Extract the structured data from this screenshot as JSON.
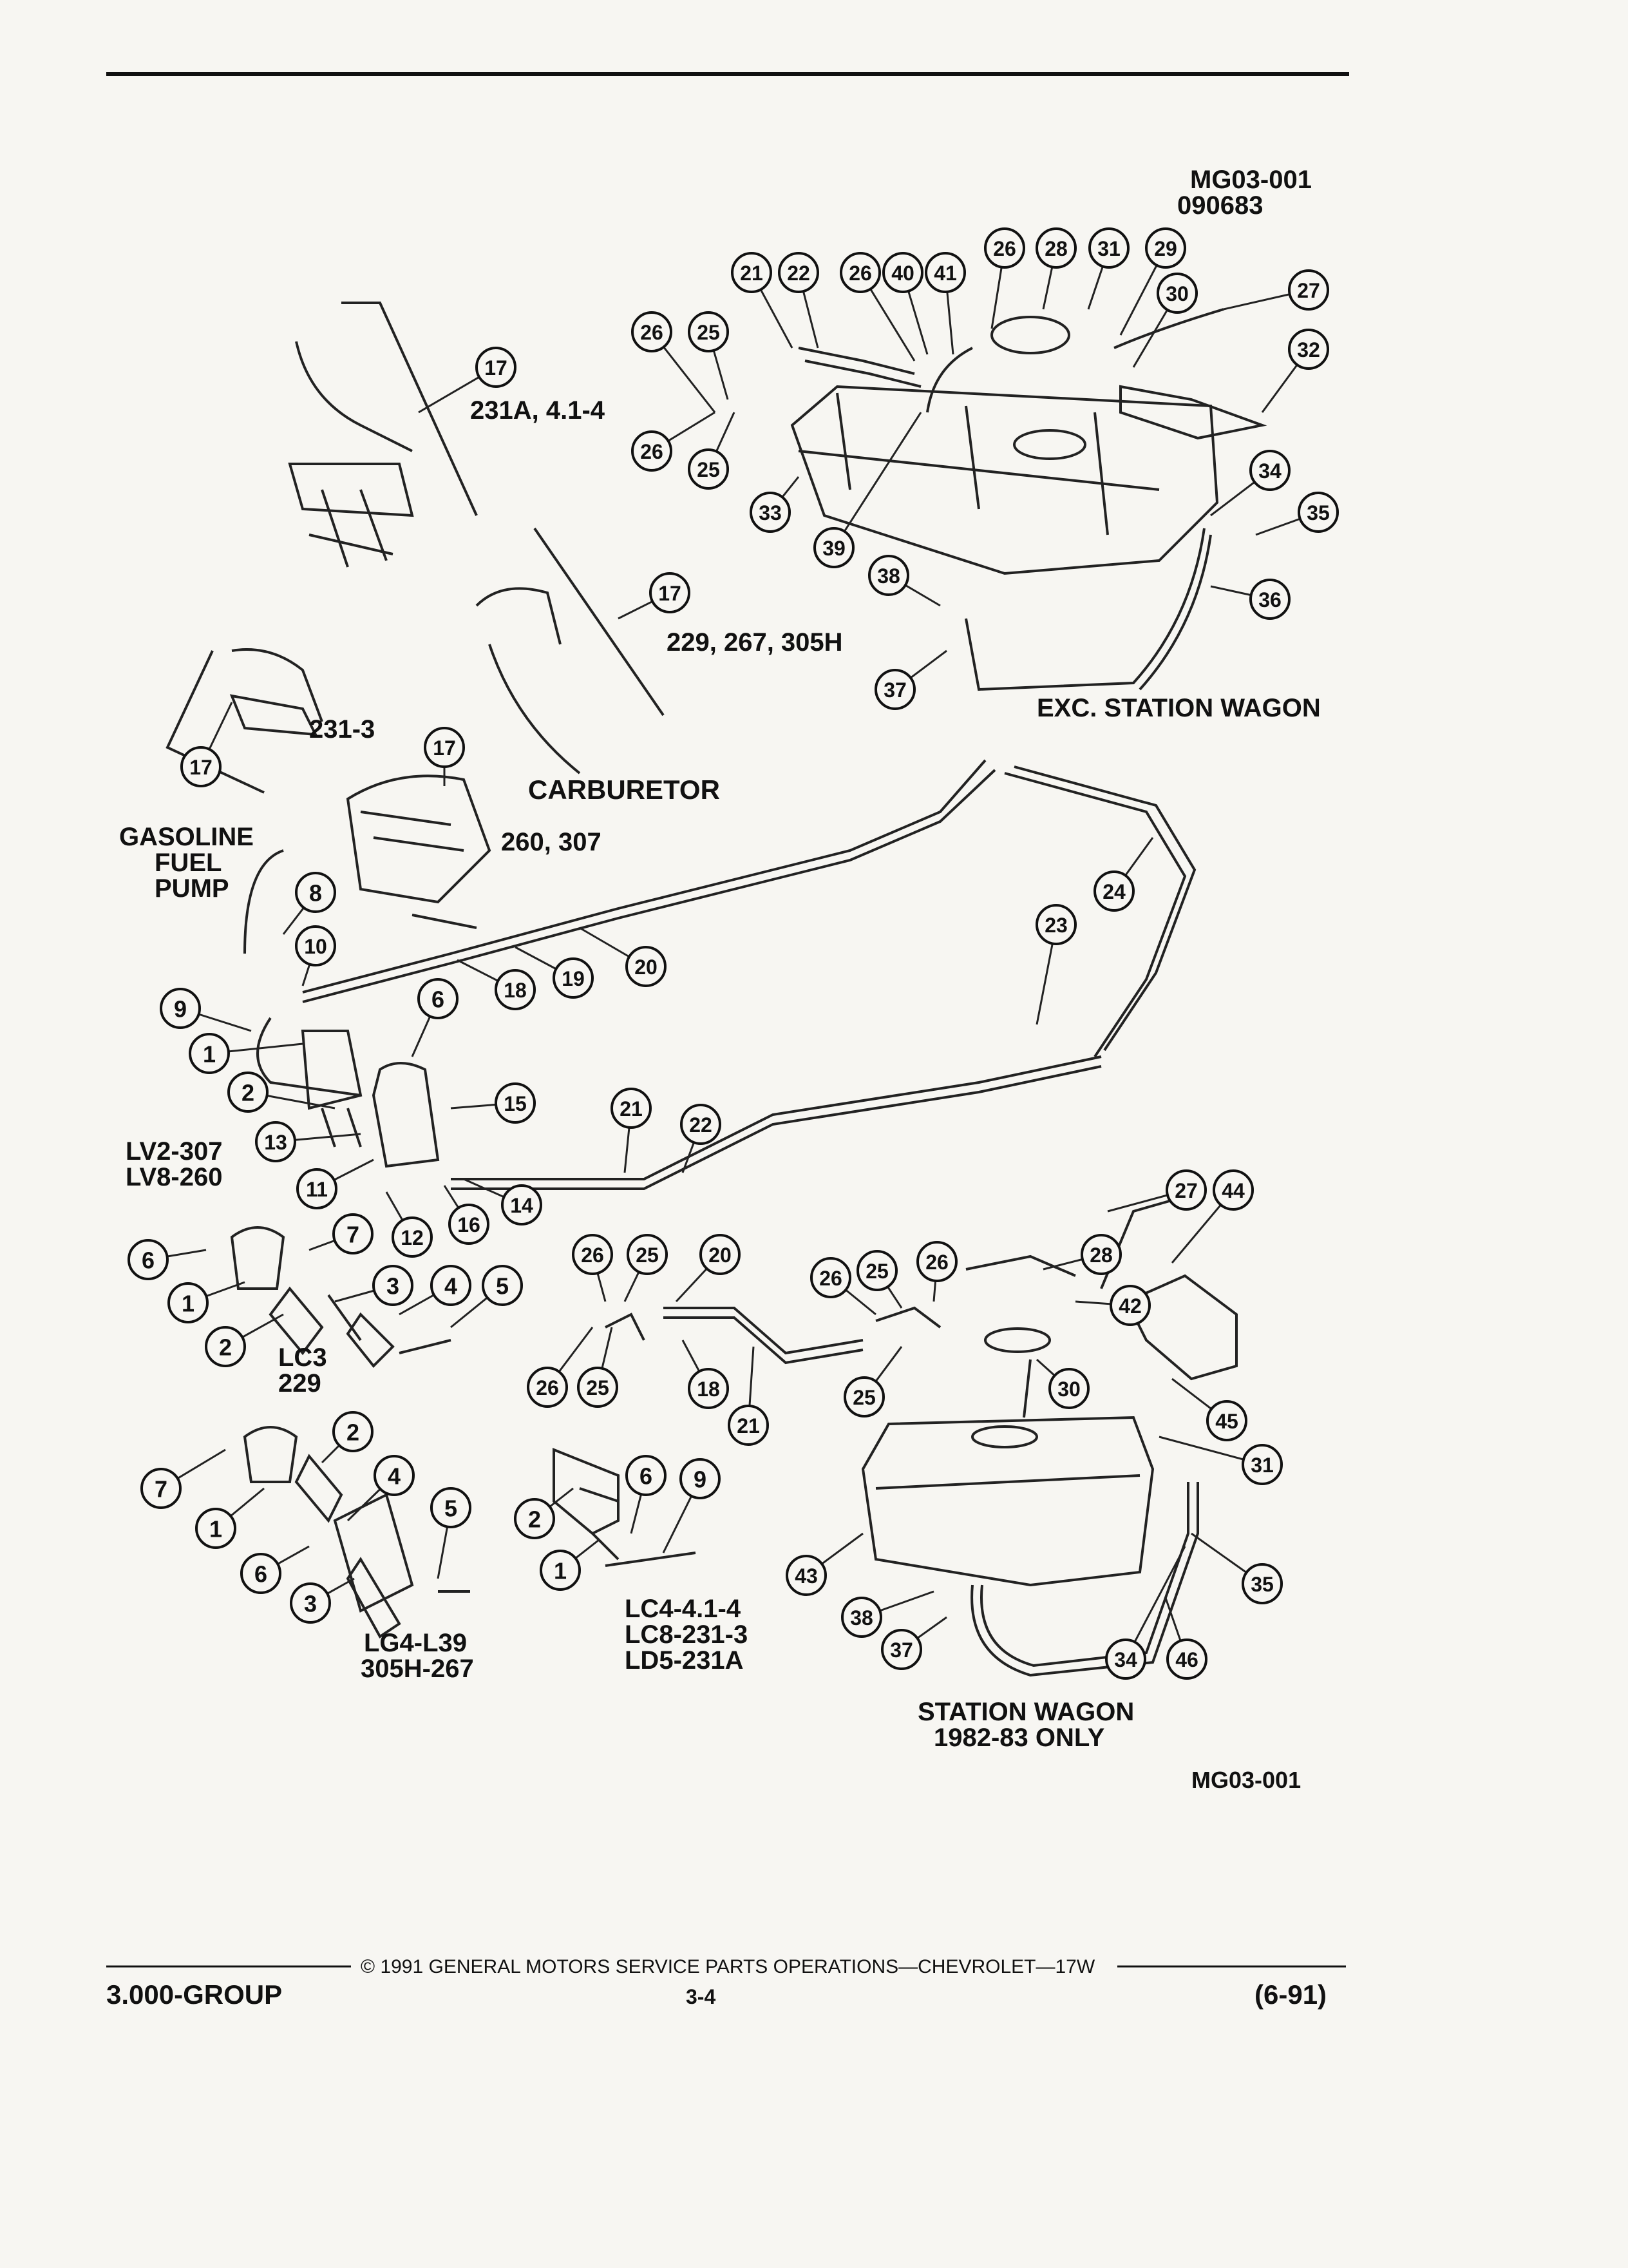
{
  "header": {
    "figure_id": "MG03-001",
    "figure_date": "090683"
  },
  "labels": {
    "engine_231a": "231A, 4.1-4",
    "engine_229": "229, 267, 305H",
    "engine_231_3": "231-3",
    "carburetor": "CARBURETOR",
    "carb_engines": "260, 307",
    "fuel_pump_1": "GASOLINE",
    "fuel_pump_2": "FUEL",
    "fuel_pump_3": "PUMP",
    "exc_station_wagon": "EXC. STATION WAGON",
    "lv2": "LV2-307",
    "lv8": "LV8-260",
    "lc3": "LC3",
    "lc3_229": "229",
    "lg4": "LG4-L39",
    "lg4_engines": "305H-267",
    "lc4": "LC4-4.1-4",
    "lc8": "LC8-231-3",
    "ld5": "LD5-231A",
    "station_wagon": "STATION WAGON",
    "station_wagon_years": "1982-83 ONLY",
    "figure_id_bottom": "MG03-001"
  },
  "callouts": [
    {
      "n": "17"
    },
    {
      "n": "21"
    },
    {
      "n": "22"
    },
    {
      "n": "26"
    },
    {
      "n": "40"
    },
    {
      "n": "41"
    },
    {
      "n": "26"
    },
    {
      "n": "28"
    },
    {
      "n": "31"
    },
    {
      "n": "29"
    },
    {
      "n": "27"
    },
    {
      "n": "30"
    },
    {
      "n": "32"
    },
    {
      "n": "26"
    },
    {
      "n": "25"
    },
    {
      "n": "26"
    },
    {
      "n": "25"
    },
    {
      "n": "33"
    },
    {
      "n": "39"
    },
    {
      "n": "34"
    },
    {
      "n": "35"
    },
    {
      "n": "36"
    },
    {
      "n": "38"
    },
    {
      "n": "37"
    },
    {
      "n": "17"
    },
    {
      "n": "17"
    },
    {
      "n": "17"
    },
    {
      "n": "8"
    },
    {
      "n": "10"
    },
    {
      "n": "9"
    },
    {
      "n": "6"
    },
    {
      "n": "18"
    },
    {
      "n": "19"
    },
    {
      "n": "20"
    },
    {
      "n": "24"
    },
    {
      "n": "23"
    },
    {
      "n": "1"
    },
    {
      "n": "2"
    },
    {
      "n": "15"
    },
    {
      "n": "13"
    },
    {
      "n": "11"
    },
    {
      "n": "12"
    },
    {
      "n": "16"
    },
    {
      "n": "14"
    },
    {
      "n": "21"
    },
    {
      "n": "22"
    },
    {
      "n": "27"
    },
    {
      "n": "44"
    },
    {
      "n": "6"
    },
    {
      "n": "7"
    },
    {
      "n": "3"
    },
    {
      "n": "4"
    },
    {
      "n": "5"
    },
    {
      "n": "1"
    },
    {
      "n": "2"
    },
    {
      "n": "26"
    },
    {
      "n": "25"
    },
    {
      "n": "20"
    },
    {
      "n": "26"
    },
    {
      "n": "25"
    },
    {
      "n": "18"
    },
    {
      "n": "21"
    },
    {
      "n": "26"
    },
    {
      "n": "25"
    },
    {
      "n": "26"
    },
    {
      "n": "28"
    },
    {
      "n": "42"
    },
    {
      "n": "25"
    },
    {
      "n": "30"
    },
    {
      "n": "45"
    },
    {
      "n": "31"
    },
    {
      "n": "2"
    },
    {
      "n": "4"
    },
    {
      "n": "7"
    },
    {
      "n": "1"
    },
    {
      "n": "6"
    },
    {
      "n": "5"
    },
    {
      "n": "3"
    },
    {
      "n": "6"
    },
    {
      "n": "9"
    },
    {
      "n": "2"
    },
    {
      "n": "1"
    },
    {
      "n": "43"
    },
    {
      "n": "38"
    },
    {
      "n": "37"
    },
    {
      "n": "35"
    },
    {
      "n": "34"
    },
    {
      "n": "46"
    }
  ],
  "footer": {
    "copyright": "© 1991 GENERAL MOTORS SERVICE PARTS OPERATIONS—CHEVROLET—17W",
    "group": "3.000-GROUP",
    "page": "3-4",
    "date": "(6-91)"
  }
}
